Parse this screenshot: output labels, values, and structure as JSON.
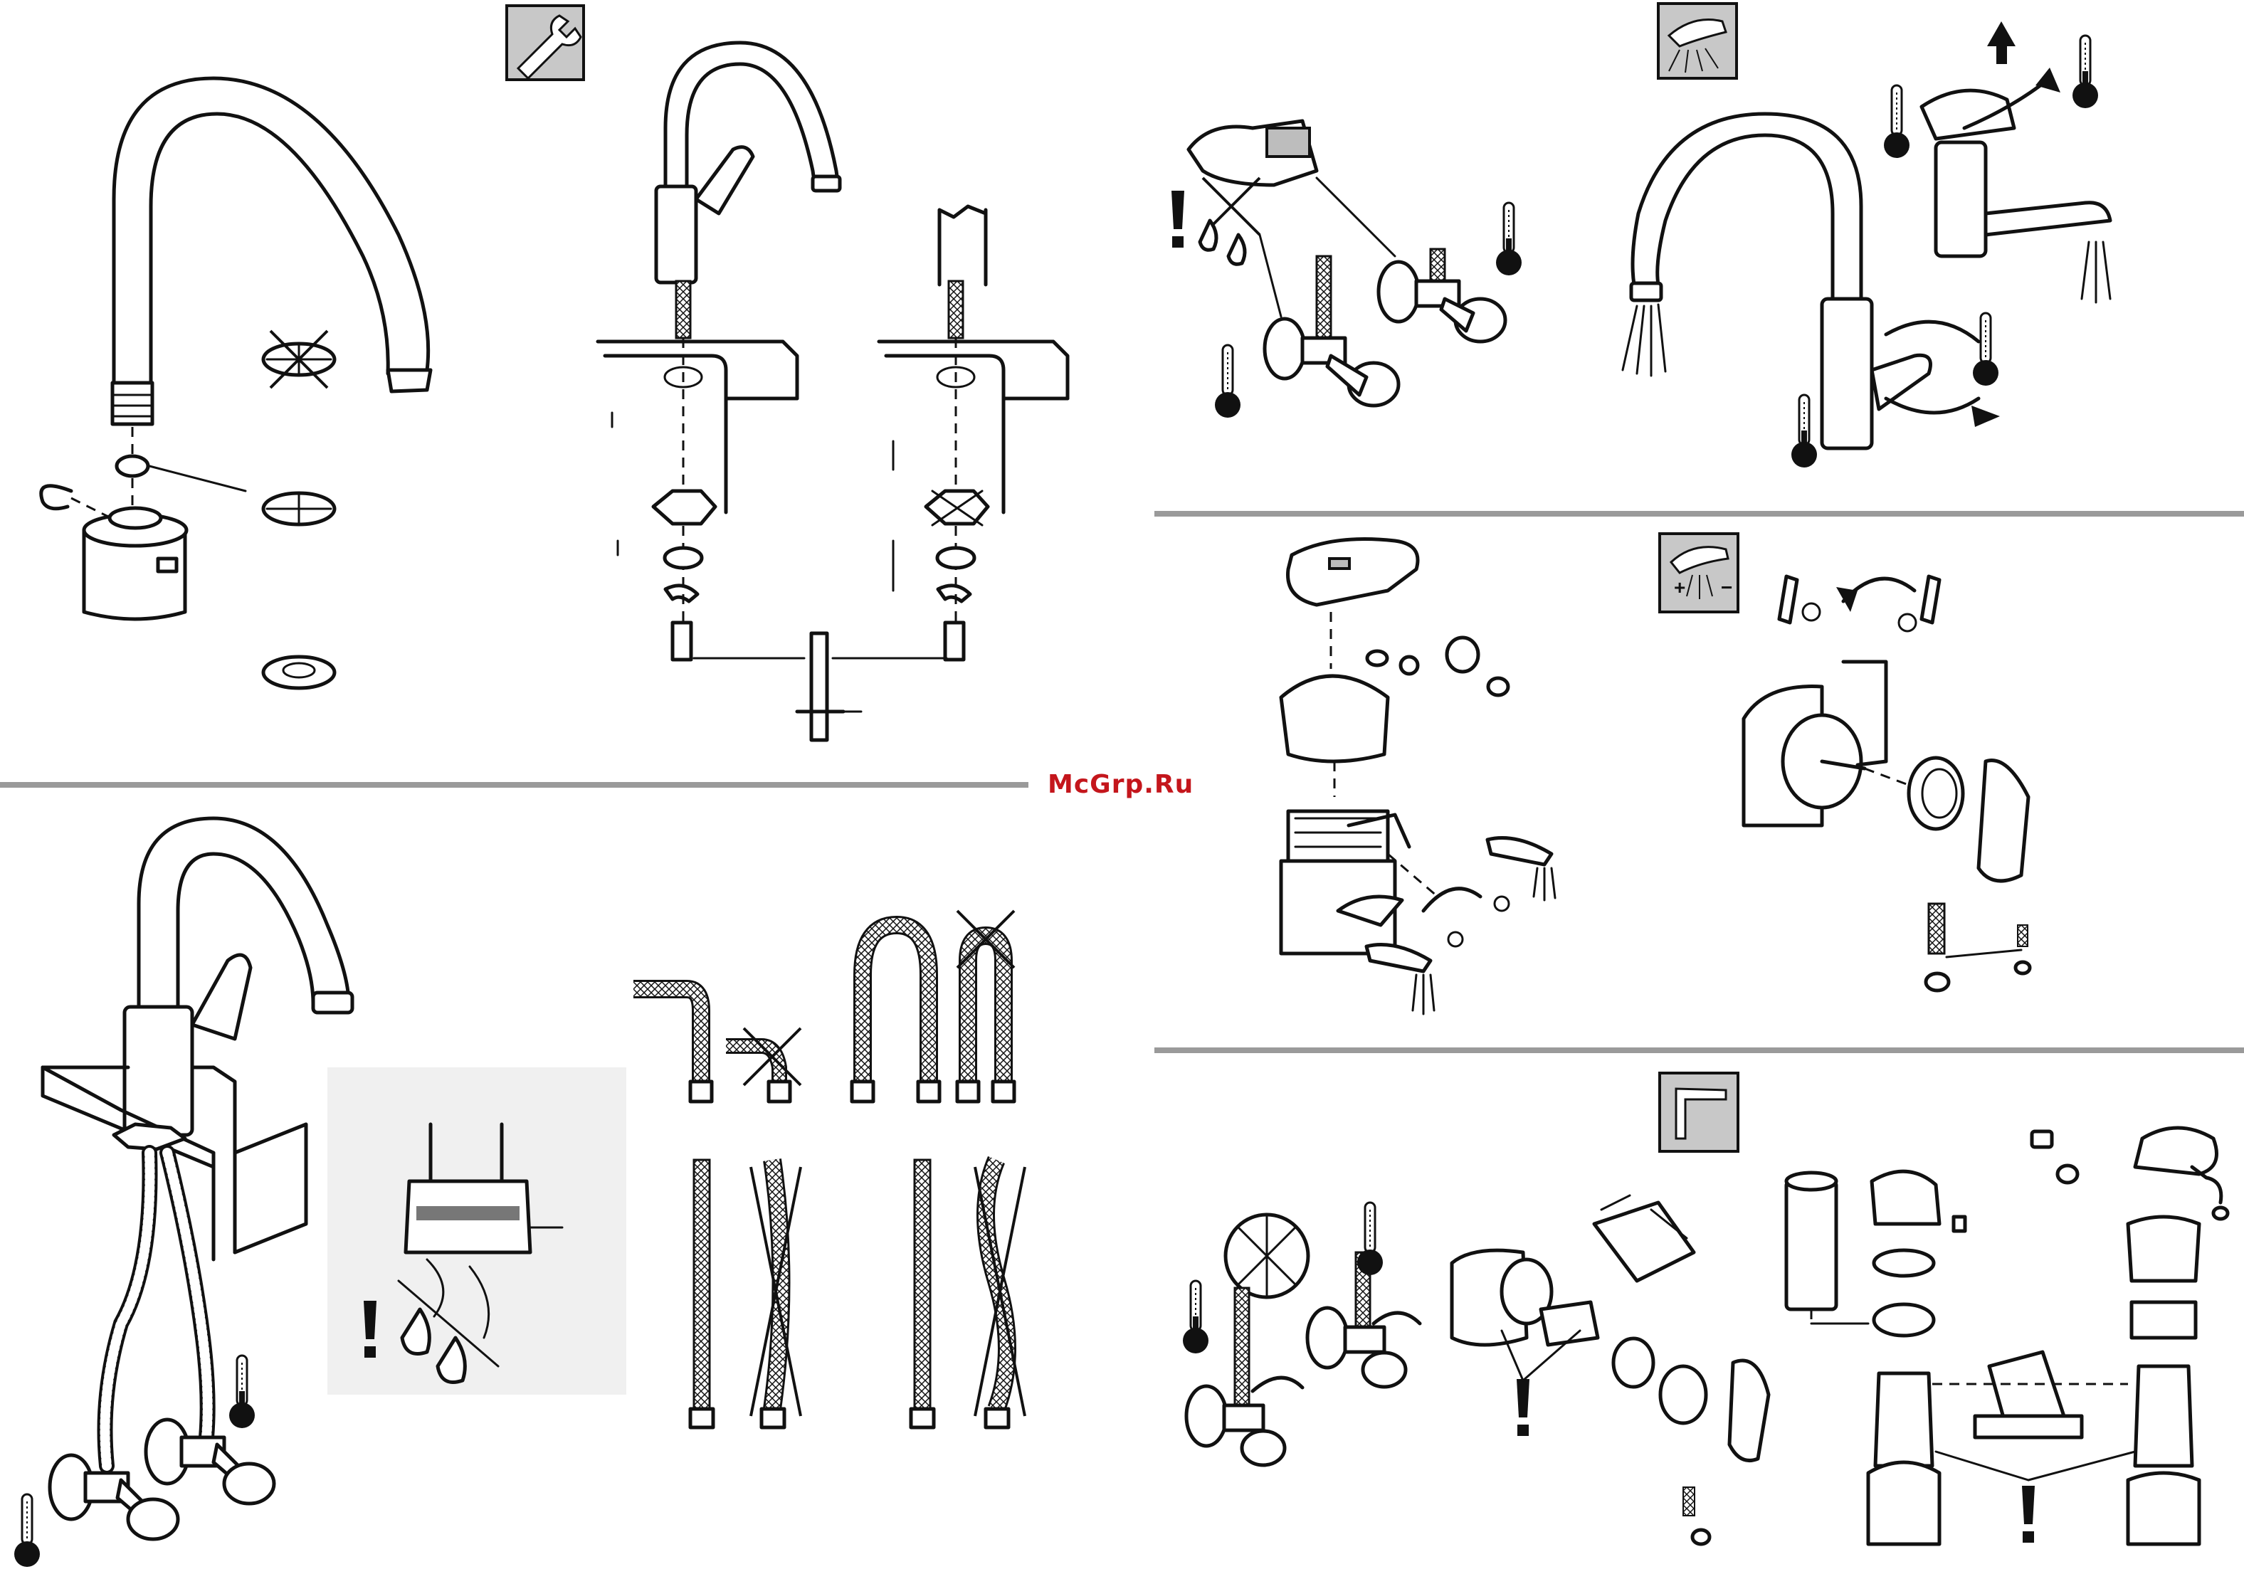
{
  "watermark": {
    "text": "McGrp.Ru",
    "color": "#c4161c"
  },
  "colors": {
    "line": "#111111",
    "separator": "#9a9a9a",
    "icon_box": "#c8c8c8",
    "background": "#ffffff"
  },
  "icons": {
    "installation": "wrench-icon",
    "operation": "lever-spray-icon",
    "temperature_limit": "lever-spray-plus-minus-icon",
    "maintenance": "hex-key-icon",
    "warning": "exclamation-icon",
    "hot": "thermometer-icon",
    "cold": "thermometer-icon"
  },
  "sections": {
    "installation_top_left": {
      "icon": "wrench-icon"
    },
    "installation_top_middle": {
      "icon": "none"
    },
    "connection_bottom_left": {
      "icon": "none"
    },
    "operation_top_right": {
      "icon": "lever-spray-icon"
    },
    "temperature_limit_middle_right": {
      "icon": "lever-spray-plus-minus-icon",
      "plus": "+",
      "minus": "−"
    },
    "maintenance_bottom_right": {
      "icon": "hex-key-icon"
    }
  }
}
